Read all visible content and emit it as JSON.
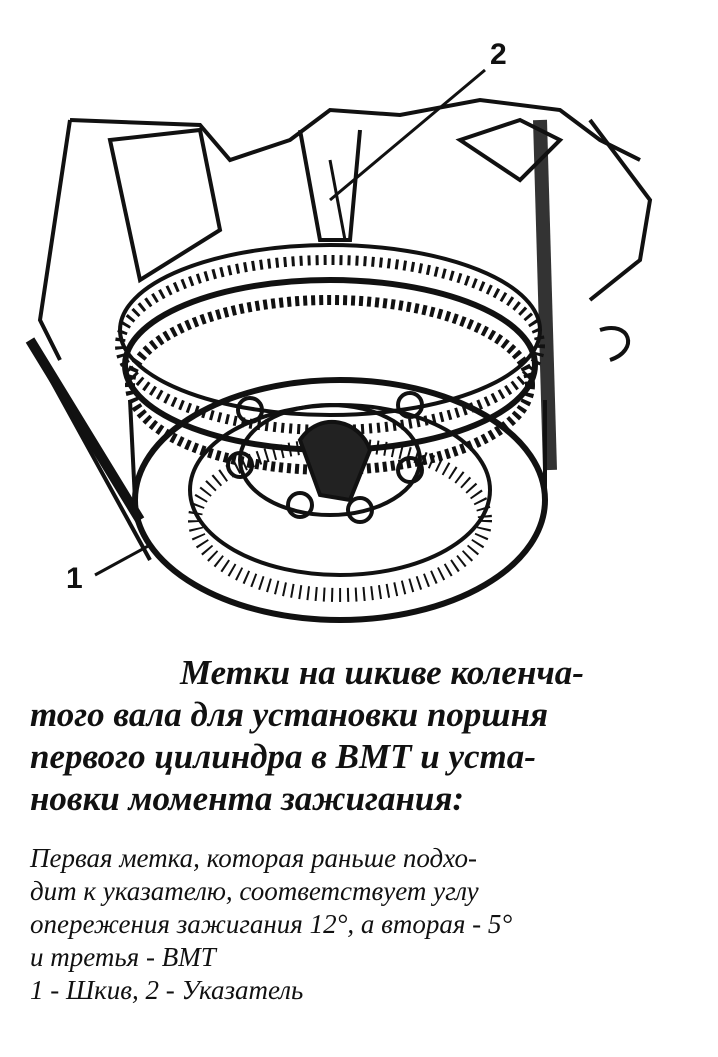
{
  "figure": {
    "callout_1": "1",
    "callout_2": "2"
  },
  "caption": {
    "title_lines": [
      "Метки на шкиве коленча-",
      "того вала для установки поршня",
      "первого цилиндра в ВМТ и уста-",
      "новки момента зажигания:"
    ],
    "body_lines": [
      "Первая метка, которая раньше подхо-",
      "дит к указателю, соответствует углу",
      "опережения зажигания 12°, а вторая - 5°",
      "и третья - ВМТ"
    ],
    "legend": "1 - Шкив, 2 - Указатель"
  }
}
